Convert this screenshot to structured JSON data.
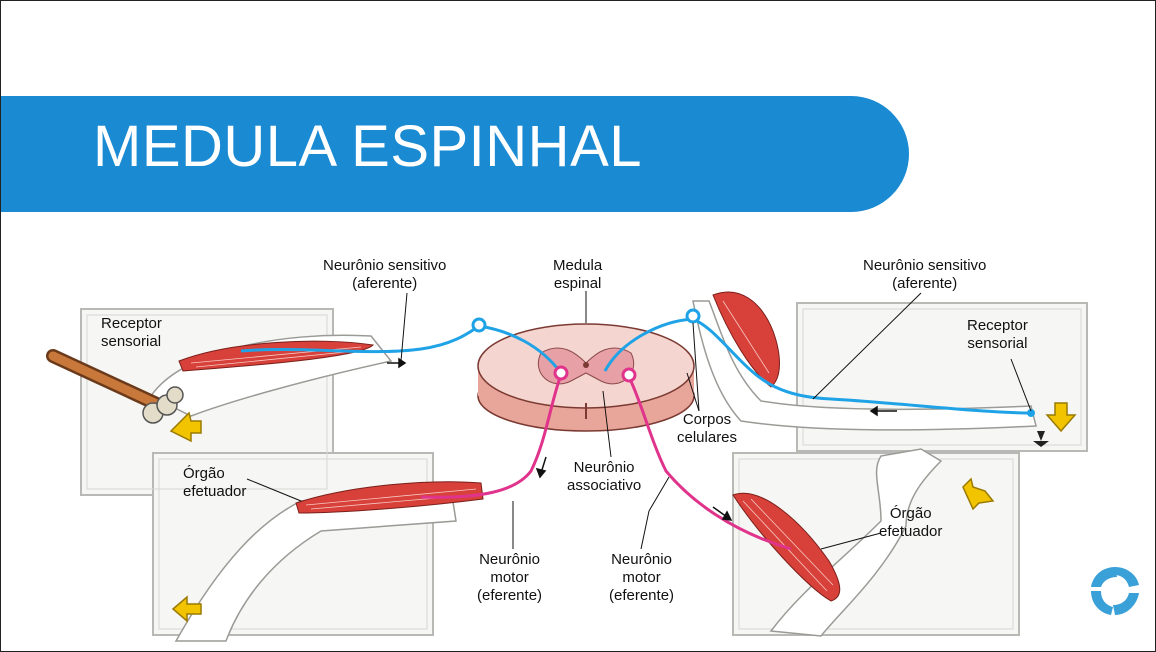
{
  "slide": {
    "title": "MEDULA ESPINHAL"
  },
  "labels": {
    "sensory_neuron_left": [
      "Neurônio sensitivo",
      "(aferente)"
    ],
    "spinal_cord": [
      "Medula",
      "espinal"
    ],
    "sensory_neuron_right": [
      "Neurônio sensitivo",
      "(aferente)"
    ],
    "receptor_left": [
      "Receptor",
      "sensorial"
    ],
    "receptor_right": [
      "Receptor",
      "sensorial"
    ],
    "cell_bodies": [
      "Corpos",
      "celulares"
    ],
    "association_neuron": [
      "Neurônio",
      "associativo"
    ],
    "effector_left": [
      "Órgão",
      "efetuador"
    ],
    "effector_right": [
      "Órgão",
      "efetuador"
    ],
    "motor_neuron_left": [
      "Neurônio",
      "motor",
      "(eferente)"
    ],
    "motor_neuron_right": [
      "Neurônio",
      "motor",
      "(eferente)"
    ]
  },
  "colors": {
    "banner": "#1a8ad3",
    "sensory_path": "#1fa3e6",
    "motor_path": "#e0348c",
    "muscle": "#d8403a",
    "arrow": "#f2c400",
    "cord": "#f0b6ad",
    "logo": "#3aa0d8"
  },
  "icons": {
    "logo": "logo-icon"
  }
}
